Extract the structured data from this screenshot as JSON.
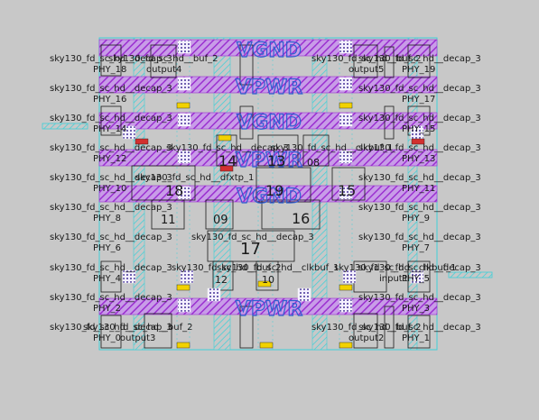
{
  "rails": [
    {
      "label": "VGND",
      "name": "rail-vgnd-1"
    },
    {
      "label": "VPWR",
      "name": "rail-vpwr-1"
    },
    {
      "label": "VGND",
      "name": "rail-vgnd-2"
    },
    {
      "label": "VPWR",
      "name": "rail-vpwr-2"
    },
    {
      "label": "VGND",
      "name": "rail-vgnd-3"
    },
    {
      "label": "VPWR",
      "name": "rail-vpwr-3"
    }
  ],
  "left_cells": [
    {
      "cell": "sky130_fd_sc_hd__decap_3",
      "inst": "PHY_18"
    },
    {
      "cell": "sky130_fd_sc_hd__decap_3",
      "inst": "PHY_16"
    },
    {
      "cell": "sky130_fd_sc_hd__decap_3",
      "inst": "PHY_14"
    },
    {
      "cell": "sky130_fd_sc_hd__decap_3",
      "inst": "PHY_12"
    },
    {
      "cell": "sky130_fd_sc_hd__decap_3",
      "inst": "PHY_10"
    },
    {
      "cell": "sky130_fd_sc_hd__decap_3",
      "inst": "PHY_8"
    },
    {
      "cell": "sky130_fd_sc_hd__decap_3",
      "inst": "PHY_6"
    },
    {
      "cell": "sky130_fd_sc_hd__decap_3",
      "inst": "PHY_4"
    },
    {
      "cell": "sky130_fd_sc_hd__decap_3",
      "inst": "PHY_2"
    },
    {
      "cell": "sky130_fd_sc_hd__decap_3",
      "inst": "PHY_0"
    }
  ],
  "right_cells": [
    {
      "cell": "sky130_fd_sc_hd__decap_3",
      "inst": "PHY_19"
    },
    {
      "cell": "sky130_fd_sc_hd__decap_3",
      "inst": "PHY_17"
    },
    {
      "cell": "sky130_fd_sc_hd__decap_3",
      "inst": "PHY_15"
    },
    {
      "cell": "sky130_fd_sc_hd__decap_3",
      "inst": "PHY_13"
    },
    {
      "cell": "sky130_fd_sc_hd__decap_3",
      "inst": "PHY_11"
    },
    {
      "cell": "sky130_fd_sc_hd__decap_3",
      "inst": "PHY_9"
    },
    {
      "cell": "sky130_fd_sc_hd__decap_3",
      "inst": "PHY_7"
    },
    {
      "cell": "sky130_fd_sc_hd__decap_3",
      "inst": "PHY_5"
    },
    {
      "cell": "sky130_fd_sc_hd__decap_3",
      "inst": "PHY_3"
    },
    {
      "cell": "sky130_fd_sc_hd__decap_3",
      "inst": "PHY_1"
    }
  ],
  "inner_labels": [
    "sky130_fd_sc_hd__buf_2",
    "output4",
    "sky130_fd_sc_hd__buf_2",
    "output5",
    "sky130_fd_sc_hd__decap_3",
    "sky130_fd_sc_hd__dfxtp_1",
    "sky130_fd_sc_hd__clkbuf_1",
    "sky130_fd_sc_hd__buf_2",
    "output3",
    "sky130_fd_sc_hd__buf_2",
    "output2",
    "sky130_fd_sc_hd__clkbuf_1",
    "input1",
    "sky130_fd_sc_hd__buf_2",
    "sky130_fd_sc_hd__clkbuf_1",
    "sky130_fd_sc_hd__decap_3"
  ],
  "inst_numbers": [
    "14",
    "13",
    "08",
    "18",
    "19",
    "15",
    "11",
    "09",
    "16",
    "17",
    "12",
    "10"
  ],
  "colors": {
    "background": "#c8c8c8",
    "rail_fill": "#b44ce0",
    "rail_stroke": "#2f5fd0",
    "cell_outline": "#1a1a1a",
    "via_cyan": "#3fd0d8",
    "pin_yellow": "#f2d200",
    "pin_red": "#d23030",
    "well_pink": "#e8a0d0"
  }
}
